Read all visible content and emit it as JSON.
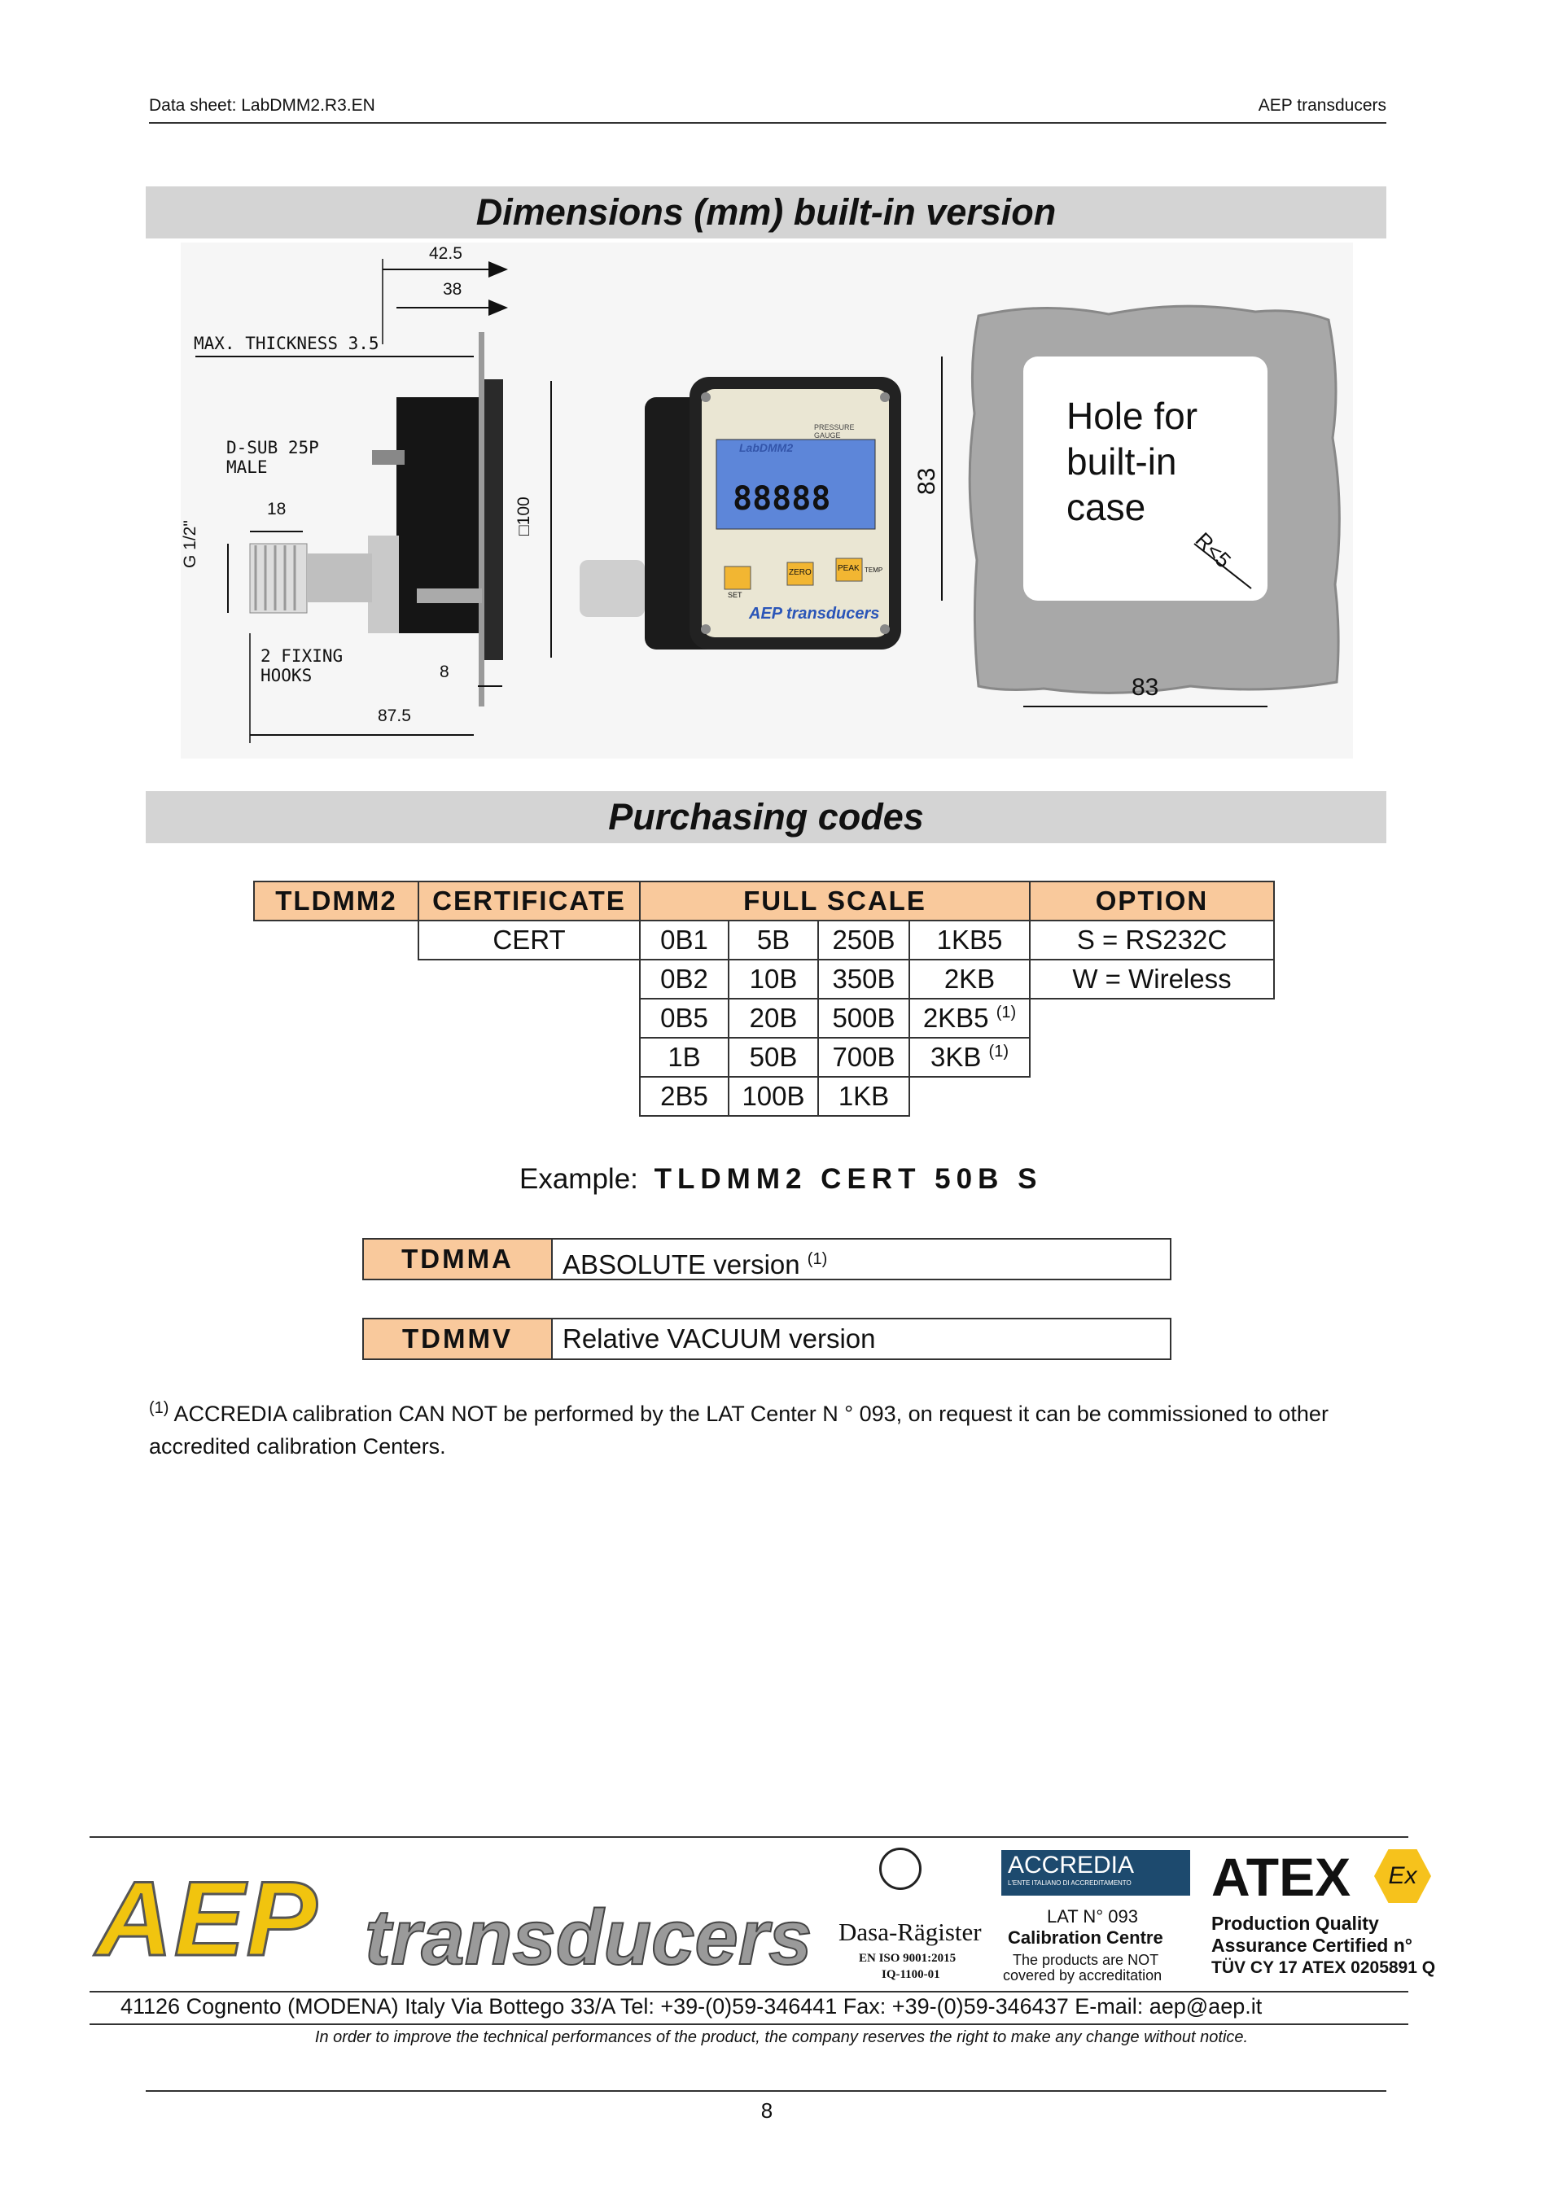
{
  "header": {
    "left": "Data sheet: LabDMM2.R3.EN",
    "right": "AEP transducers"
  },
  "sections": {
    "dimensions_title": "Dimensions (mm) built-in version",
    "purchasing_title": "Purchasing codes"
  },
  "drawing": {
    "dim_42_5": "42.5",
    "dim_38": "38",
    "max_thickness": "MAX. THICKNESS 3.5",
    "dsub_line1": "D-SUB 25P",
    "dsub_line2": "MALE",
    "dim_18": "18",
    "g_half": "G 1/2\"",
    "fixing_line1": "2 FIXING",
    "fixing_line2": "HOOKS",
    "dim_8": "8",
    "dim_87_5": "87.5",
    "dim_100": "□100",
    "device_brand": "LabDMM2",
    "device_sub": "PRESSURE GAUGE",
    "lcd_digits": "88888",
    "btn_set": "SET",
    "btn_zero": "ZERO",
    "btn_peak": "PEAK",
    "btn_temp": "TEMP",
    "device_logo": "AEP transducers",
    "hole_line1": "Hole for",
    "hole_line2": "built-in",
    "hole_line3": "case",
    "dim_83_v": "83",
    "dim_83_h": "83",
    "radius": "R<5"
  },
  "codes_table": {
    "headers": [
      "TLDMM2",
      "CERTIFICATE",
      "FULL SCALE",
      "OPTION"
    ],
    "certificate": "CERT",
    "full_scale_rows": [
      [
        "0B1",
        "5B",
        "250B",
        "1KB5"
      ],
      [
        "0B2",
        "10B",
        "350B",
        "2KB"
      ],
      [
        "0B5",
        "20B",
        "500B",
        "2KB5"
      ],
      [
        "1B",
        "50B",
        "700B",
        "3KB"
      ],
      [
        "2B5",
        "100B",
        "1KB"
      ]
    ],
    "footnote_mark": "(1)",
    "options": [
      "S = RS232C",
      "W = Wireless"
    ]
  },
  "example": {
    "label": "Example:",
    "code": "TLDMM2 CERT 50B S"
  },
  "versions": [
    {
      "code": "TDMMA",
      "desc": "ABSOLUTE version",
      "mark": "(1)"
    },
    {
      "code": "TDMMV",
      "desc": "Relative VACUUM version",
      "mark": ""
    }
  ],
  "footnote": {
    "mark": "(1)",
    "text": "ACCREDIA calibration CAN NOT be performed by the LAT Center N ° 093, on request it can be commissioned to other accredited calibration Centers."
  },
  "footer": {
    "logo_aep": "AEP",
    "logo_transducers": "transducers",
    "dasa_name": "Dasa-Rägister",
    "dasa_iso": "EN ISO 9001:2015",
    "dasa_id": "IQ-1100-01",
    "accredia": "ACCREDIA",
    "accredia_sub": "L'ENTE ITALIANO DI ACCREDITAMENTO",
    "lat": "LAT N° 093",
    "calib": "Calibration Centre",
    "notcov1": "The products are NOT",
    "notcov2": "covered by accreditation",
    "atex": "ATEX",
    "ex": "Ex",
    "pq1": "Production Quality",
    "pq2": "Assurance Certified n°",
    "tuv": "TÜV CY 17 ATEX 0205891 Q",
    "address": "41126 Cognento (MODENA) Italy Via Bottego 33/A Tel: +39-(0)59-346441 Fax: +39-(0)59-346437   E-mail: aep@aep.it",
    "disclaimer": "In order to improve the technical performances of the product, the company reserves the right to make any change without notice."
  },
  "page_number": "8"
}
